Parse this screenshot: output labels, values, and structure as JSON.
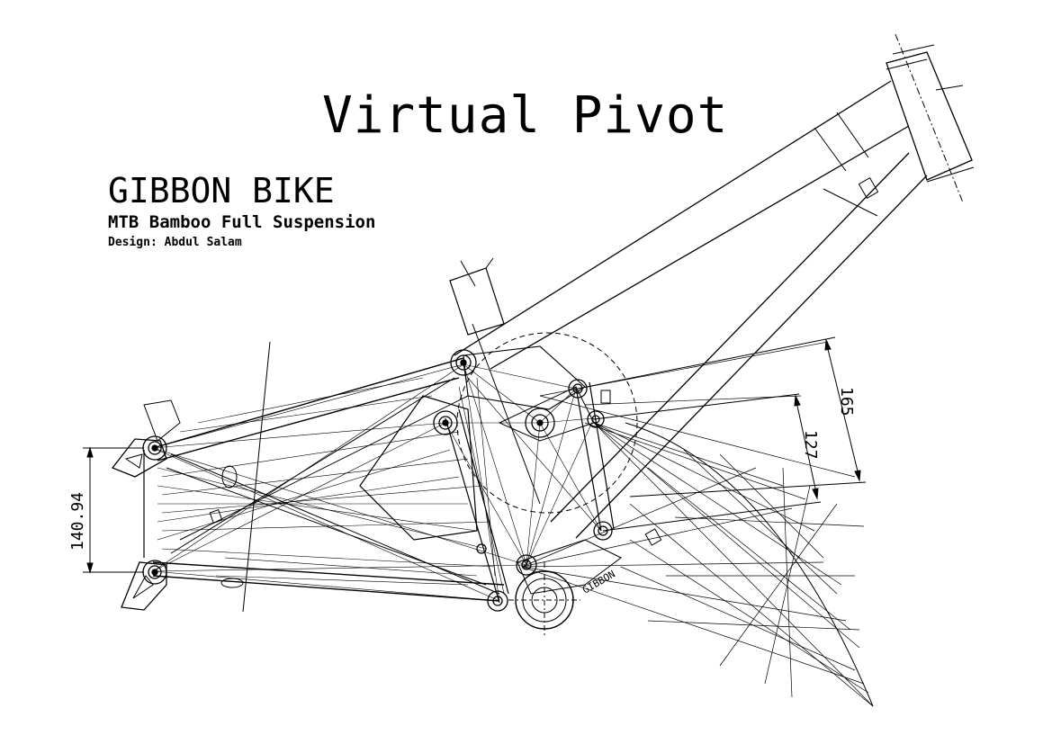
{
  "title": "Virtual Pivot",
  "brand": "GIBBON BIKE",
  "subtitle": "MTB Bamboo Full Suspension",
  "designer": "Design: Abdul Salam",
  "dimensions": {
    "chainstay_spacing": "140.94",
    "travel_inner": "127",
    "travel_outer": "165"
  },
  "frame_logo": "GIBBON",
  "line_color": "#000000"
}
